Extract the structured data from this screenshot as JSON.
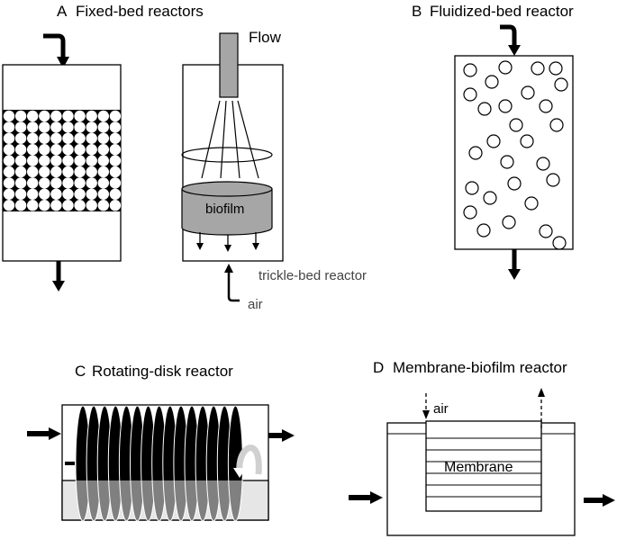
{
  "panels": {
    "a": {
      "letter": "A",
      "title": "Fixed-bed reactors",
      "flow_label": "Flow",
      "biofilm_label": "biofilm",
      "trickle_label": "trickle-bed reactor",
      "air_label": "air"
    },
    "b": {
      "letter": "B",
      "title": "Fluidized-bed reactor"
    },
    "c": {
      "letter": "C",
      "title": "Rotating-disk reactor"
    },
    "d": {
      "letter": "D",
      "title": "Membrane-biofilm reactor",
      "air_label": "air",
      "membrane_label": "Membrane"
    }
  },
  "colors": {
    "stroke": "#000000",
    "biofilm_fill": "#a6a6a6",
    "disk_upper": "#000000",
    "disk_lower": "#808080",
    "liquid_fill": "#e6e6e6",
    "nozzle_fill": "#a6a6a6"
  }
}
